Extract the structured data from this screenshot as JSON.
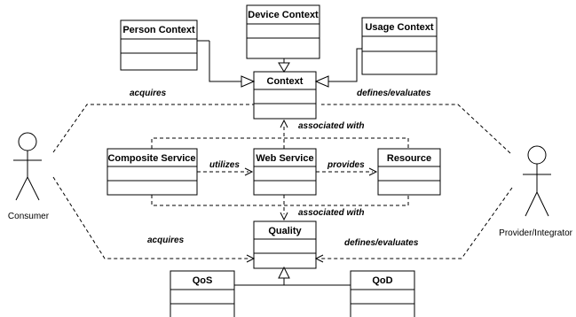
{
  "classes": {
    "person": "Person Context",
    "device": "Device Context",
    "usage": "Usage Context",
    "context": "Context",
    "composite": "Composite Service",
    "web": "Web Service",
    "resource": "Resource",
    "quality": "Quality",
    "qos": "QoS",
    "qod": "QoD"
  },
  "labels": {
    "acquires_top": "acquires",
    "defines_top": "defines/evaluates",
    "assoc_top": "associated with",
    "utilizes": "utilizes",
    "provides": "provides",
    "assoc_bottom": "associated with",
    "acquires_bottom": "acquires",
    "defines_bottom": "defines/evaluates"
  },
  "actors": {
    "consumer": "Consumer",
    "provider": "Provider/Integrator"
  }
}
